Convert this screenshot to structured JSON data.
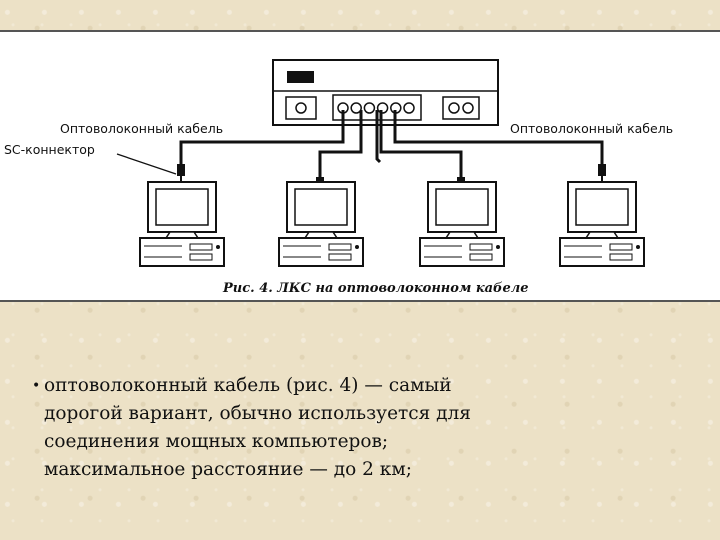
{
  "figure": {
    "label_left_cable": "Оптоволоконный кабель",
    "label_right_cable": "Оптоволоконный кабель",
    "label_connector": "SC-коннектор",
    "caption": "Рис. 4. ЛКС на оптоволоконном кабеле",
    "computer_count": 4,
    "hub_port_count": 6
  },
  "body_text": {
    "bullet": "•",
    "lines": [
      "оптоволоконный кабель (рис. 4) — самый",
      "дорогой вариант, обычно используется для",
      "соединения мощных компьютеров;",
      "максимальное расстояние — до 2 км;"
    ]
  }
}
